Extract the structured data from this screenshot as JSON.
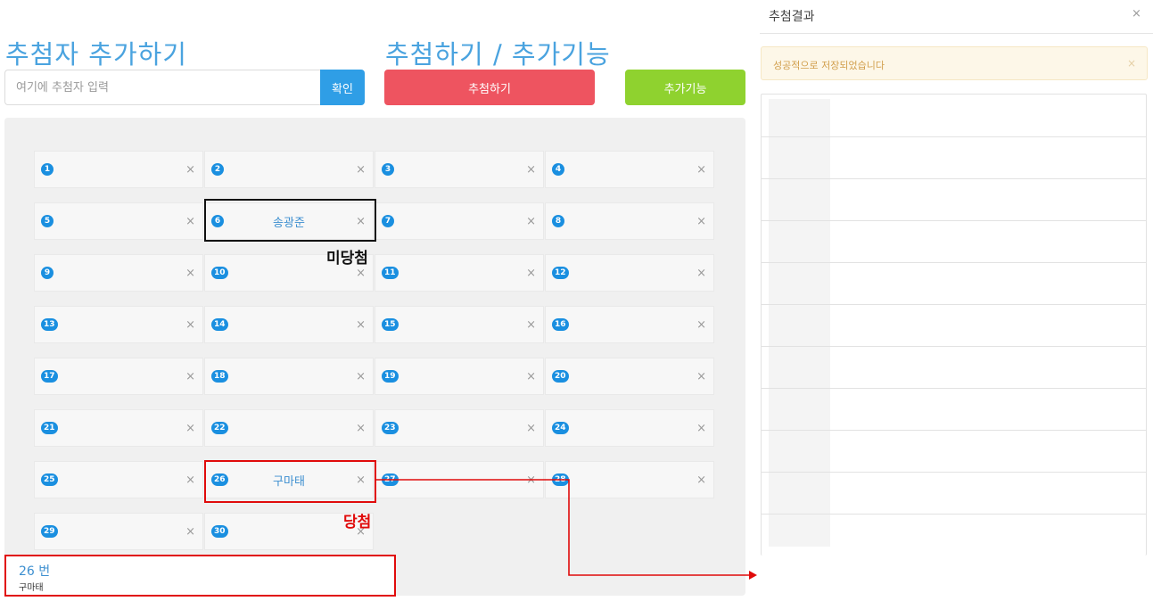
{
  "left": {
    "add_title": "추첨자 추가하기",
    "draw_title": "추첨하기 / 추가기능",
    "input_placeholder": "여기에 추첨자 입력",
    "confirm_label": "확인",
    "draw_label": "추첨하기",
    "extra_label": "추가기능"
  },
  "board": {
    "close_glyph": "×",
    "cells": [
      {
        "num": "1",
        "name": ""
      },
      {
        "num": "2",
        "name": ""
      },
      {
        "num": "3",
        "name": ""
      },
      {
        "num": "4",
        "name": ""
      },
      {
        "num": "5",
        "name": ""
      },
      {
        "num": "6",
        "name": "송광준"
      },
      {
        "num": "7",
        "name": ""
      },
      {
        "num": "8",
        "name": ""
      },
      {
        "num": "9",
        "name": ""
      },
      {
        "num": "10",
        "name": ""
      },
      {
        "num": "11",
        "name": ""
      },
      {
        "num": "12",
        "name": ""
      },
      {
        "num": "13",
        "name": ""
      },
      {
        "num": "14",
        "name": ""
      },
      {
        "num": "15",
        "name": ""
      },
      {
        "num": "16",
        "name": ""
      },
      {
        "num": "17",
        "name": ""
      },
      {
        "num": "18",
        "name": ""
      },
      {
        "num": "19",
        "name": ""
      },
      {
        "num": "20",
        "name": ""
      },
      {
        "num": "21",
        "name": ""
      },
      {
        "num": "22",
        "name": ""
      },
      {
        "num": "23",
        "name": ""
      },
      {
        "num": "24",
        "name": ""
      },
      {
        "num": "25",
        "name": ""
      },
      {
        "num": "26",
        "name": "구마태"
      },
      {
        "num": "27",
        "name": ""
      },
      {
        "num": "28",
        "name": ""
      },
      {
        "num": "29",
        "name": ""
      },
      {
        "num": "30",
        "name": ""
      }
    ]
  },
  "annotations": {
    "loser": "미당첨",
    "winner": "당첨",
    "loser_color": "#111111",
    "winner_color": "#e00b0b"
  },
  "panel": {
    "title": "추첨결과",
    "close_glyph": "×",
    "alert_text": "성공적으로 저장되었습니다",
    "alert_close": "×",
    "result_number": "26 번",
    "result_name": "구마태"
  },
  "colors": {
    "accent_blue": "#2f9ee6",
    "draw_red": "#ee5460",
    "extra_green": "#8fd22f",
    "badge_blue": "#1a8fe0"
  }
}
